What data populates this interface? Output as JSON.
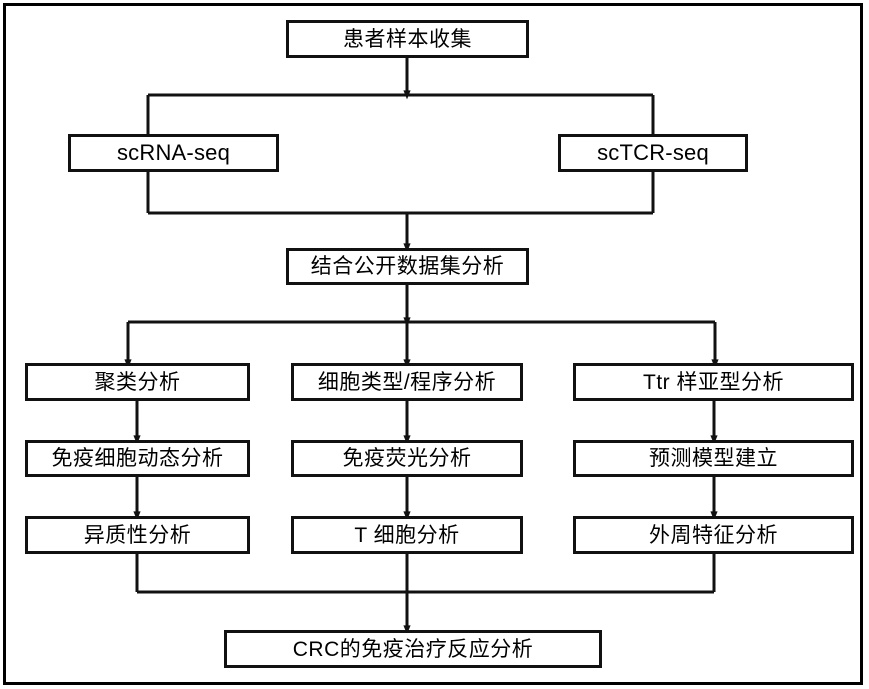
{
  "diagram": {
    "title": "CRC single-cell analysis workflow flowchart",
    "background_color": "#ffffff",
    "line_color": "#111111",
    "text_color": "#000000",
    "nodes": {
      "sample_collection": "患者样本收集",
      "scrna_seq": "scRNA-seq",
      "sctcr_seq": "scTCR-seq",
      "public_dataset": "结合公开数据集分析",
      "cluster_analysis": "聚类分析",
      "celltype_program": "细胞类型/程序分析",
      "ttr_subtype": "Ttr 样亚型分析",
      "immune_dynamics": "免疫细胞动态分析",
      "immunofluorescence": "免疫荧光分析",
      "prediction_model": "预测模型建立",
      "heterogeneity": "异质性分析",
      "t_cell": "T 细胞分析",
      "peripheral_feature": "外周特征分析",
      "crc_response": "CRC的免疫治疗反应分析"
    }
  }
}
